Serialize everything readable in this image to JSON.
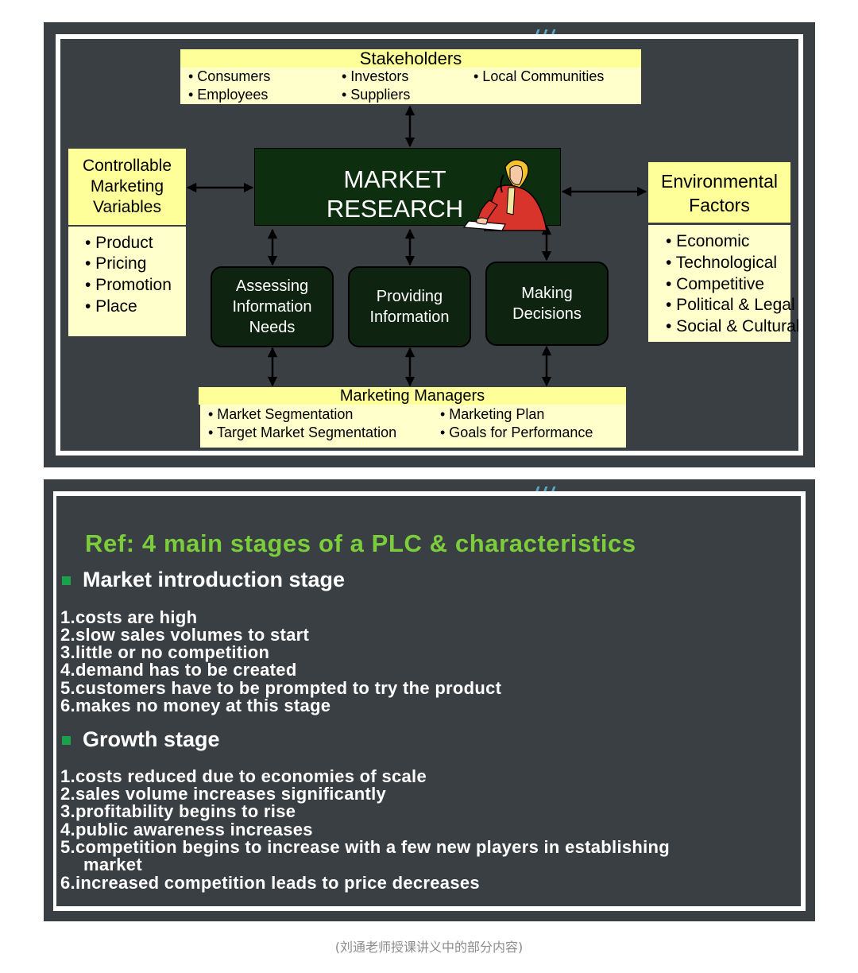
{
  "slide1": {
    "stakeholders": {
      "title": "Stakeholders",
      "items": [
        "• Consumers",
        "• Employees",
        "• Investors",
        "• Suppliers",
        "• Local Communities"
      ]
    },
    "controllable": {
      "title_lines": [
        "Controllable",
        "Marketing",
        "Variables"
      ],
      "items": [
        "• Product",
        "• Pricing",
        "• Promotion",
        "• Place"
      ]
    },
    "market_research": {
      "line1": "MARKET",
      "line2": "RESEARCH"
    },
    "environmental": {
      "title_lines": [
        "Environmental",
        "Factors"
      ],
      "items": [
        "• Economic",
        "• Technological",
        "• Competitive",
        "• Political & Legal",
        "• Social & Cultural"
      ]
    },
    "boxes": [
      {
        "lines": [
          "Assessing",
          "Information",
          "Needs"
        ]
      },
      {
        "lines": [
          "Providing",
          "Information"
        ]
      },
      {
        "lines": [
          "Making",
          "Decisions"
        ]
      }
    ],
    "managers": {
      "title": "Marketing Managers",
      "items": [
        "• Market Segmentation",
        "• Target Market Segmentation",
        "• Marketing Plan",
        "• Goals for Performance"
      ]
    }
  },
  "slide2": {
    "heading": "Ref: 4 main stages of a PLC & characteristics",
    "stage1": {
      "title": "Market introduction stage",
      "items": [
        "1.costs are high",
        "2.slow sales volumes to start",
        "3.little or no competition",
        "4.demand has to be created",
        "5.customers have to be prompted to try the product",
        "6.makes no money at this stage"
      ]
    },
    "stage2": {
      "title": "Growth stage",
      "items": [
        "1.costs reduced due to economies of scale",
        "2.sales volume increases significantly",
        "3.profitability begins to rise",
        "4.public awareness increases",
        "5.competition begins to increase with a few new players in establishing",
        "market",
        "6.increased competition leads to price decreases"
      ]
    }
  },
  "caption": "(刘通老师授课讲义中的部分内容)",
  "colors": {
    "slide_bg": "#3a3f44",
    "heading_green": "#7ccd3c",
    "box_green": "#0e2410",
    "yellow": "#ffff99"
  }
}
